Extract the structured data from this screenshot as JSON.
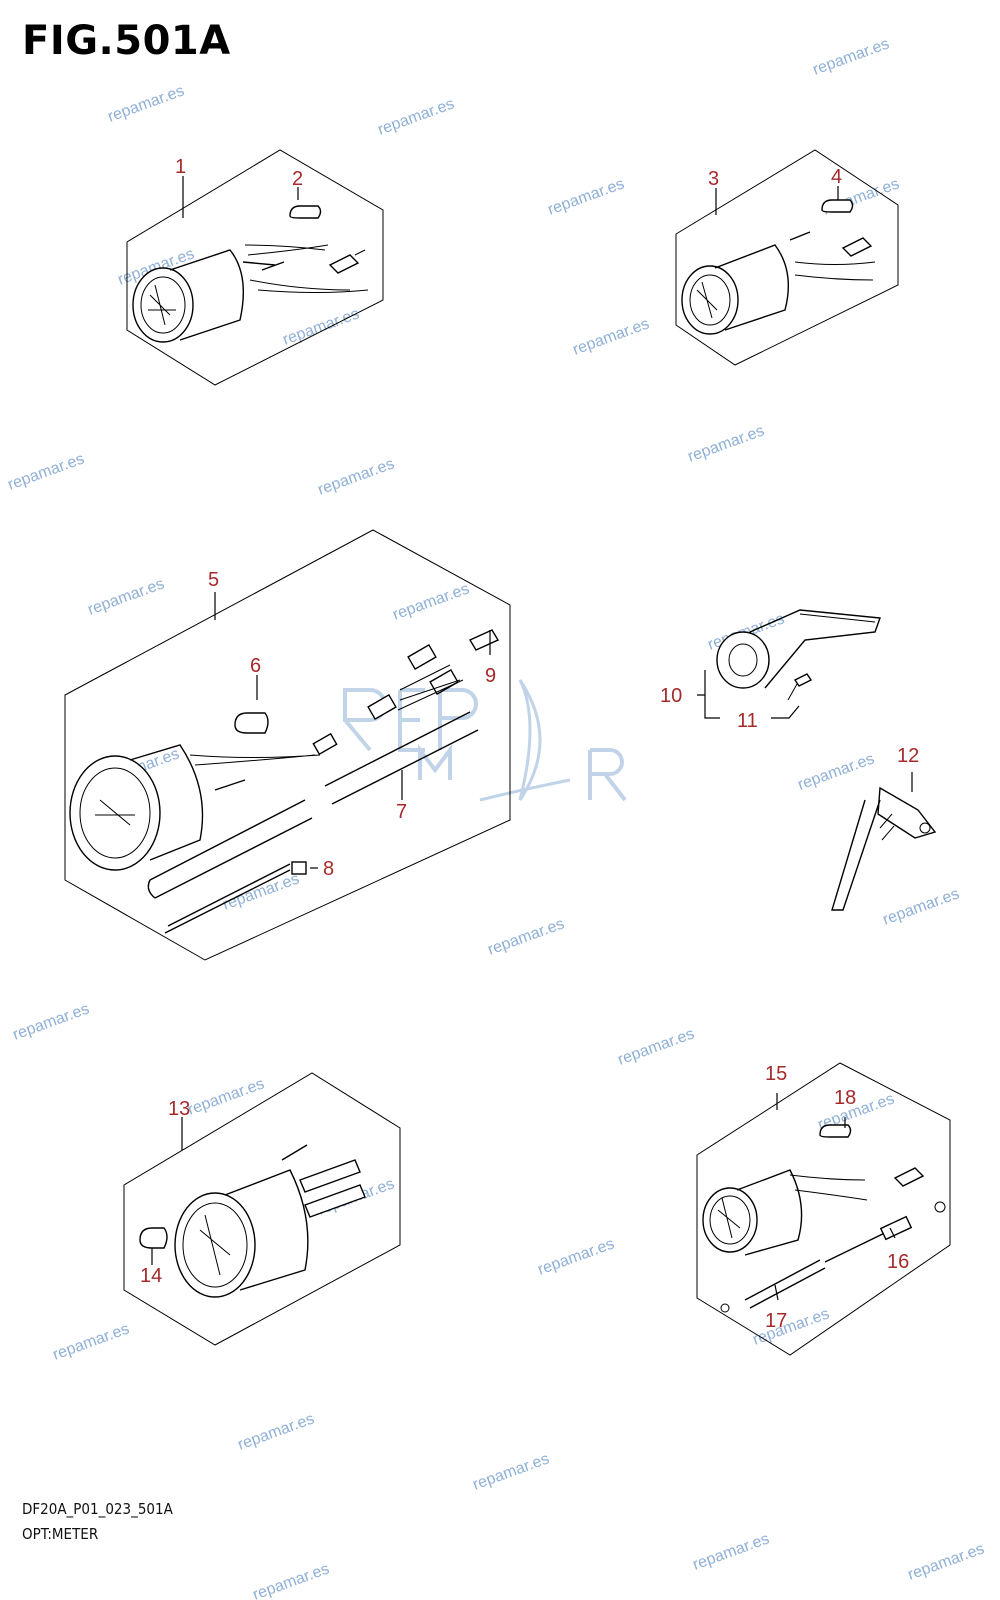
{
  "title": "FIG.501A",
  "footer": {
    "code": "DF20A_P01_023_501A",
    "subtitle": "OPT:METER"
  },
  "watermark": "repamar.es",
  "callouts": [
    "1",
    "2",
    "3",
    "4",
    "5",
    "6",
    "7",
    "8",
    "9",
    "10",
    "11",
    "12",
    "13",
    "14",
    "15",
    "16",
    "17",
    "18"
  ],
  "colors": {
    "callout": "#a52a2a",
    "watermark": "#8fb0d6",
    "line": "#000000"
  }
}
